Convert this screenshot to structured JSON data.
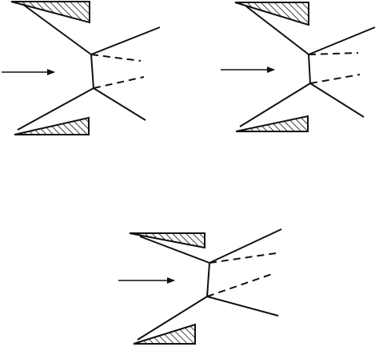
{
  "figure": {
    "panels": [
      {
        "id": "top-left"
      },
      {
        "id": "top-right"
      },
      {
        "id": "bottom-center"
      }
    ]
  },
  "colors": {
    "ink": "#111111",
    "background": "#ffffff"
  }
}
